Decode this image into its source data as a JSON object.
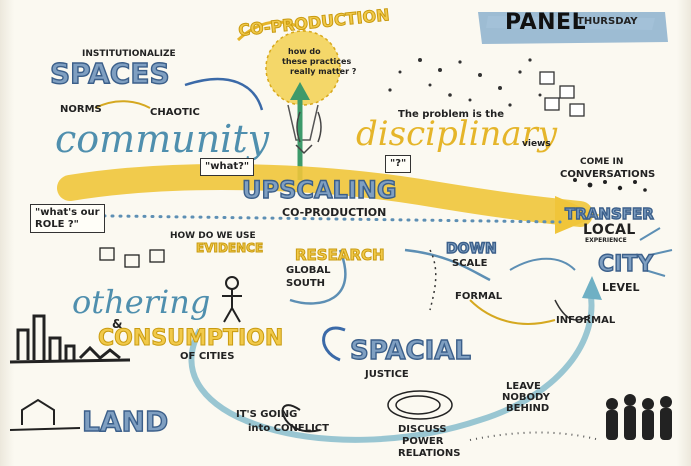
{
  "panel": {
    "title": "PANEL",
    "day": "THURSDAY"
  },
  "co_production": {
    "title": "CO-PRODUCTION",
    "question": [
      "how do",
      "these practices",
      "really matter ?"
    ]
  },
  "spaces": {
    "label": "INSTITUTIONALIZE",
    "title": "SPACES"
  },
  "norms": "NORMS",
  "chaotic": "CHAOTIC",
  "community": "community",
  "problem": {
    "line1": "The problem is the",
    "word": "disciplinary",
    "line2": "views"
  },
  "what_box": "\"what?\"",
  "quote_box": "\"?\"",
  "role_box": [
    "\"what's our",
    "ROLE ?\""
  ],
  "upscaling": {
    "title": "UPSCALING",
    "sub": "CO-PRODUCTION"
  },
  "evidence": {
    "line1": "HOW DO WE USE",
    "word": "EVIDENCE"
  },
  "conversations": [
    "COME IN",
    "CONVERSATIONS"
  ],
  "transfer": {
    "title": "TRANSFER",
    "local": "LOCAL",
    "experience": "EXPERIENCE"
  },
  "city": {
    "title": "CITY",
    "level": "LEVEL"
  },
  "research": {
    "title": "RESEARCH",
    "global": "GLOBAL",
    "south": "SOUTH"
  },
  "downscale": {
    "down": "DOWN",
    "scale": "SCALE"
  },
  "formal": "FORMAL",
  "informal": "INFORMAL",
  "othering": "othering",
  "amp": "&",
  "consumption": {
    "title": "CONSUMPTION",
    "sub": "OF CITIES"
  },
  "spacial": {
    "title": "SPACIAL",
    "justice": "JUSTICE"
  },
  "leave": [
    "LEAVE",
    "NOBODY",
    "BEHIND"
  ],
  "land": "LAND",
  "conflict": [
    "IT'S GOING",
    "into CONFLICT"
  ],
  "discuss": [
    "DISCUSS",
    "POWER",
    "RELATIONS"
  ],
  "colors": {
    "blue": "#7f9fc1",
    "yellow": "#f1c94a",
    "teal": "#4f8fae",
    "ink": "#222222"
  },
  "icons": [
    "lightbulb-icon",
    "hand-holding-icon",
    "speech-bubble-icon",
    "city-skyline-icon",
    "people-icon",
    "house-icon",
    "figure-icon"
  ]
}
